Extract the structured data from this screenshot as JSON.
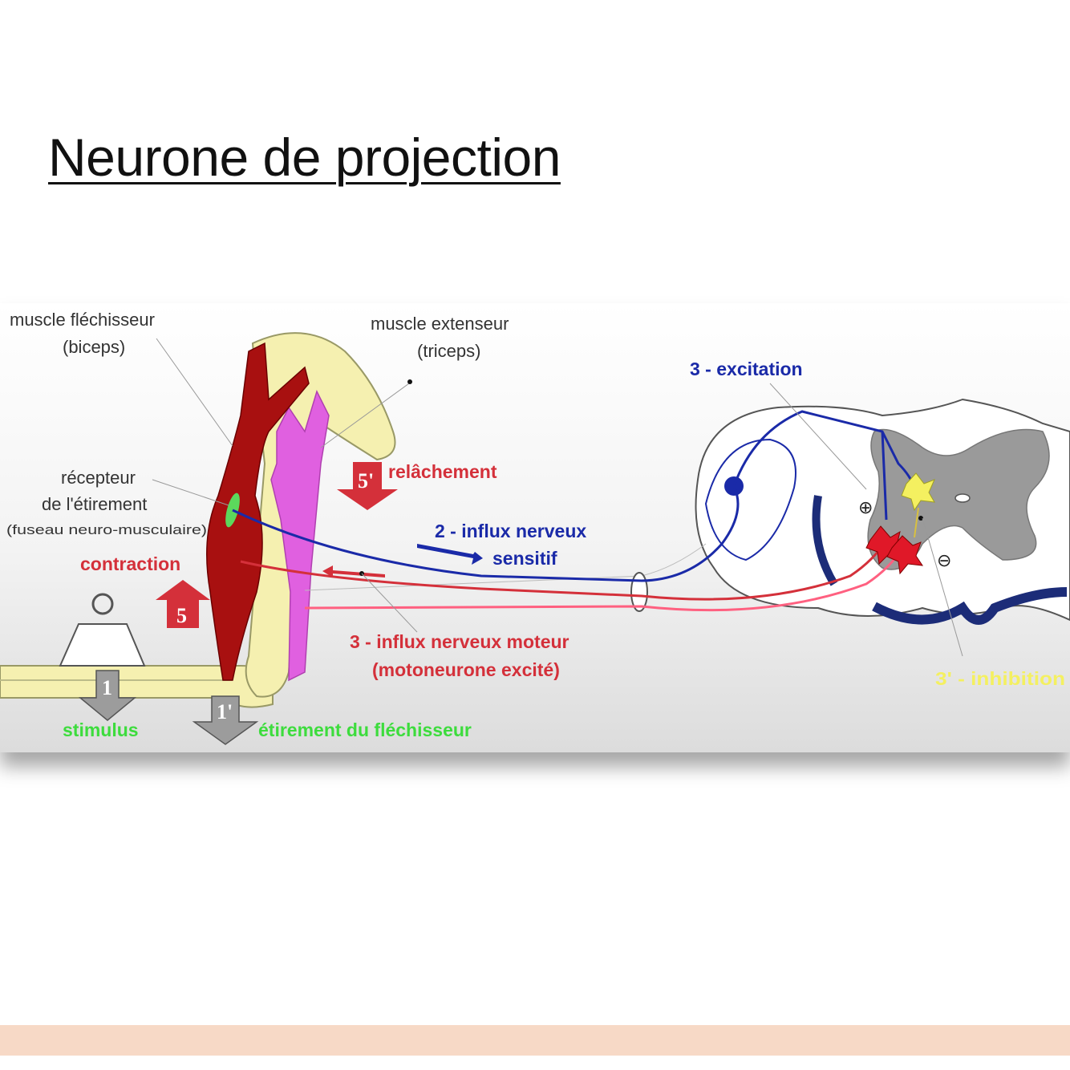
{
  "title": "Neurone de projection",
  "diagram": {
    "labels": {
      "flexor_muscle_line1": "muscle fléchisseur",
      "flexor_muscle_line2": "(biceps)",
      "extensor_muscle_line1": "muscle extenseur",
      "extensor_muscle_line2": "(triceps)",
      "receptor_line1": "récepteur",
      "receptor_line2": "de l'étirement",
      "receptor_line3": "(fuseau neuro-musculaire)",
      "contraction": "contraction",
      "relaxation": "relâchement",
      "excitation": "3 - excitation",
      "sensory_line1": "2 - influx nerveux",
      "sensory_line2": "sensitif",
      "motor_line1": "3 - influx nerveux moteur",
      "motor_line2": "(motoneurone excité)",
      "inhibition": "3' - inhibition",
      "stimulus": "stimulus",
      "stretch": "étirement du fléchisseur"
    },
    "step_numbers": {
      "contraction": "5",
      "relaxation": "5'",
      "stimulus": "1",
      "stretch": "1'"
    },
    "symbols": {
      "plus": "⊕",
      "minus": "⊖"
    },
    "colors": {
      "sensory": "#1a2aa8",
      "motor": "#d4303a",
      "flexor": "#a81010",
      "extensor": "#e060e0",
      "bone": "#f5f0b0",
      "grey_matter": "#9a9a9a",
      "stimulus": "#3ddc3d",
      "inhibitory": "#f4f060"
    }
  }
}
